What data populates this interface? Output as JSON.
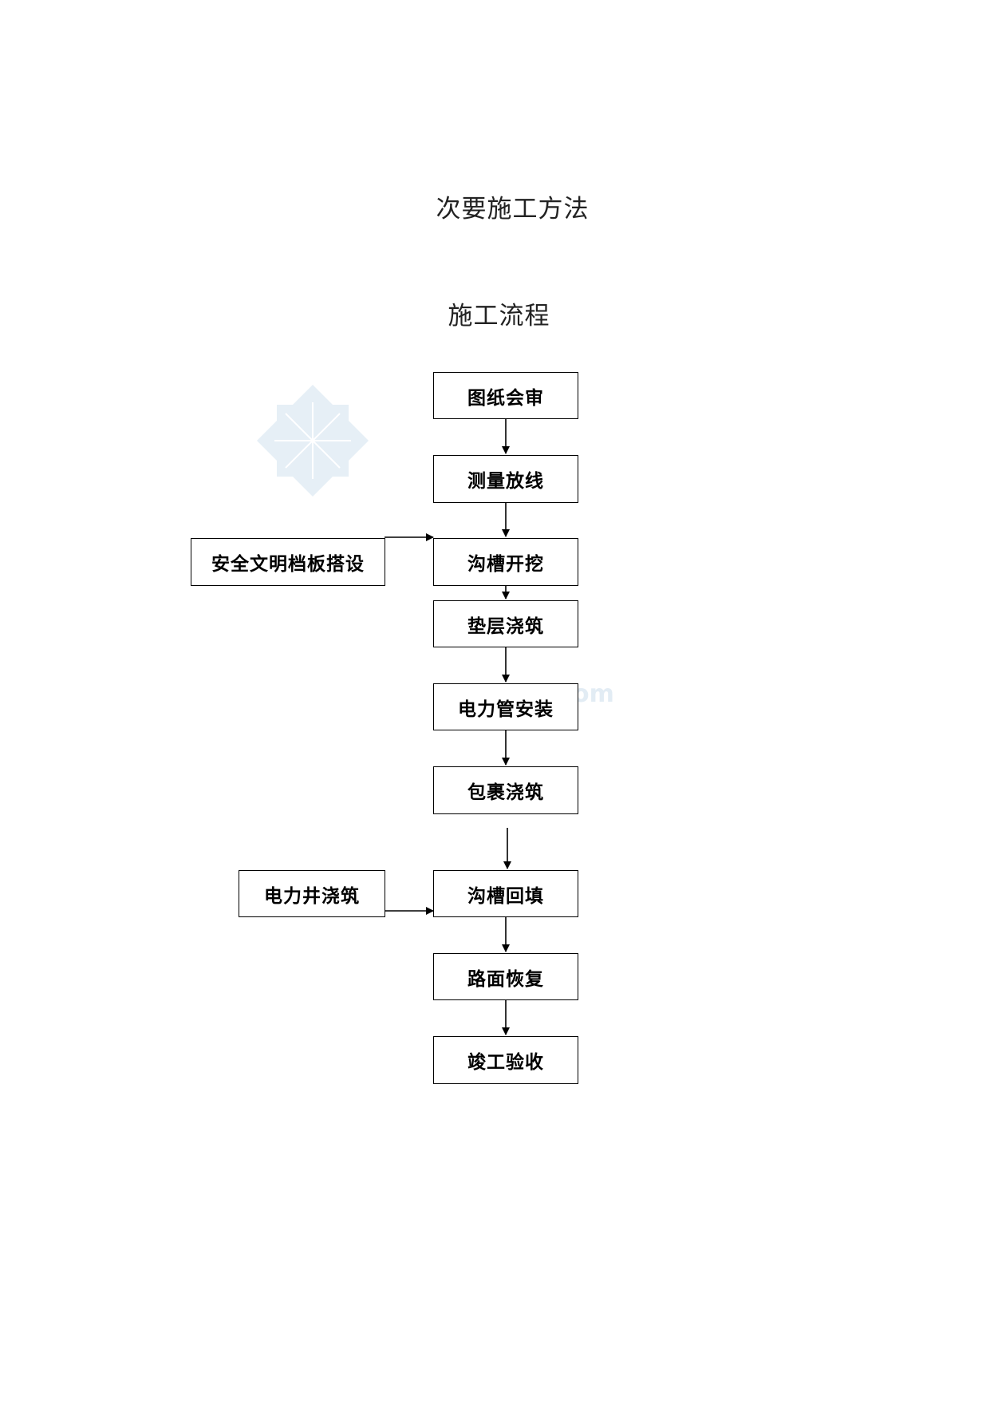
{
  "document": {
    "title": "次要施工方法",
    "subtitle": "施工流程"
  },
  "flowchart": {
    "main_steps": [
      "图纸会审",
      "测量放线",
      "沟槽开挖",
      "垫层浇筑",
      "电力管安装",
      "包裹浇筑",
      "沟槽回填",
      "路面恢复",
      "竣工验收"
    ],
    "side_steps": [
      {
        "label": "安全文明档板搭设",
        "feeds_into": "沟槽开挖"
      },
      {
        "label": "电力井浇筑",
        "feeds_into": "沟槽回填"
      }
    ]
  },
  "watermark": {
    "logo": "snowflake-logo",
    "text": "om",
    "color": "#cfe0ee"
  }
}
